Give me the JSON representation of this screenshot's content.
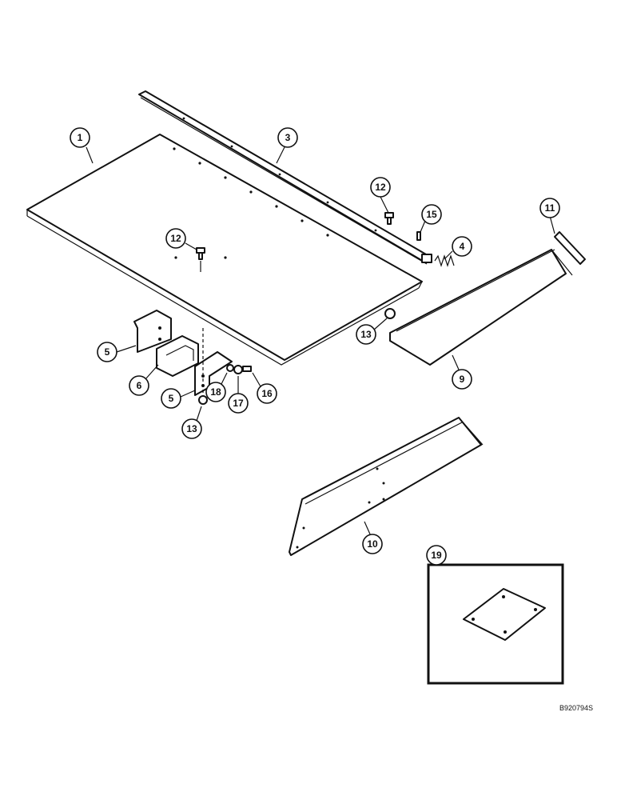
{
  "diagram": {
    "reference_code": "B920794S",
    "callouts": [
      {
        "id": "c1",
        "label": "1"
      },
      {
        "id": "c3",
        "label": "3"
      },
      {
        "id": "c12a",
        "label": "12"
      },
      {
        "id": "c15",
        "label": "15"
      },
      {
        "id": "c12b",
        "label": "12"
      },
      {
        "id": "c4",
        "label": "4"
      },
      {
        "id": "c11",
        "label": "11"
      },
      {
        "id": "c13a",
        "label": "13"
      },
      {
        "id": "c5a",
        "label": "5"
      },
      {
        "id": "c6",
        "label": "6"
      },
      {
        "id": "c5b",
        "label": "5"
      },
      {
        "id": "c18",
        "label": "18"
      },
      {
        "id": "c17",
        "label": "17"
      },
      {
        "id": "c16",
        "label": "16"
      },
      {
        "id": "c13b",
        "label": "13"
      },
      {
        "id": "c9",
        "label": "9"
      },
      {
        "id": "c10",
        "label": "10"
      },
      {
        "id": "c19",
        "label": "19"
      }
    ]
  }
}
